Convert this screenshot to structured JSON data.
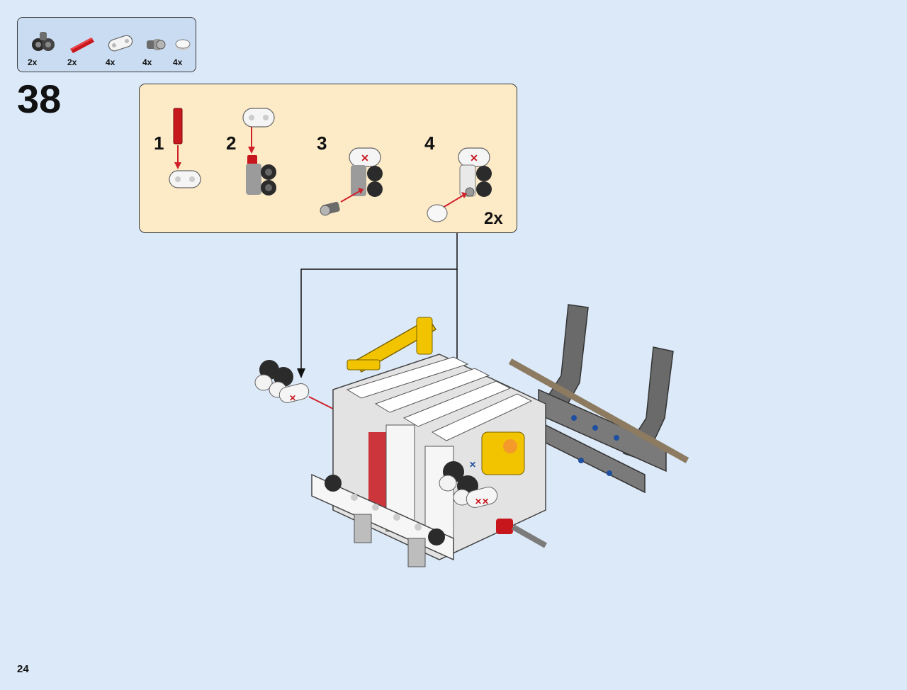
{
  "parts_list": {
    "items": [
      {
        "name": "double-connector-icon",
        "count": "2x"
      },
      {
        "name": "red-axle-icon",
        "count": "2x"
      },
      {
        "name": "white-beam-icon",
        "count": "4x"
      },
      {
        "name": "gray-pin-icon",
        "count": "4x"
      },
      {
        "name": "white-round-tile-icon",
        "count": "4x"
      }
    ]
  },
  "step": {
    "number": "38",
    "sub_steps": [
      {
        "number": "1"
      },
      {
        "number": "2"
      },
      {
        "number": "3"
      },
      {
        "number": "4"
      }
    ],
    "multiplier": "2x"
  },
  "page": {
    "number": "24"
  },
  "colors": {
    "background": "#dce9f8",
    "parts_box": "#c9dcf1",
    "sub_assembly_box": "#fdebc8",
    "arrow": "#d0202a",
    "callout_line": "#111111"
  }
}
